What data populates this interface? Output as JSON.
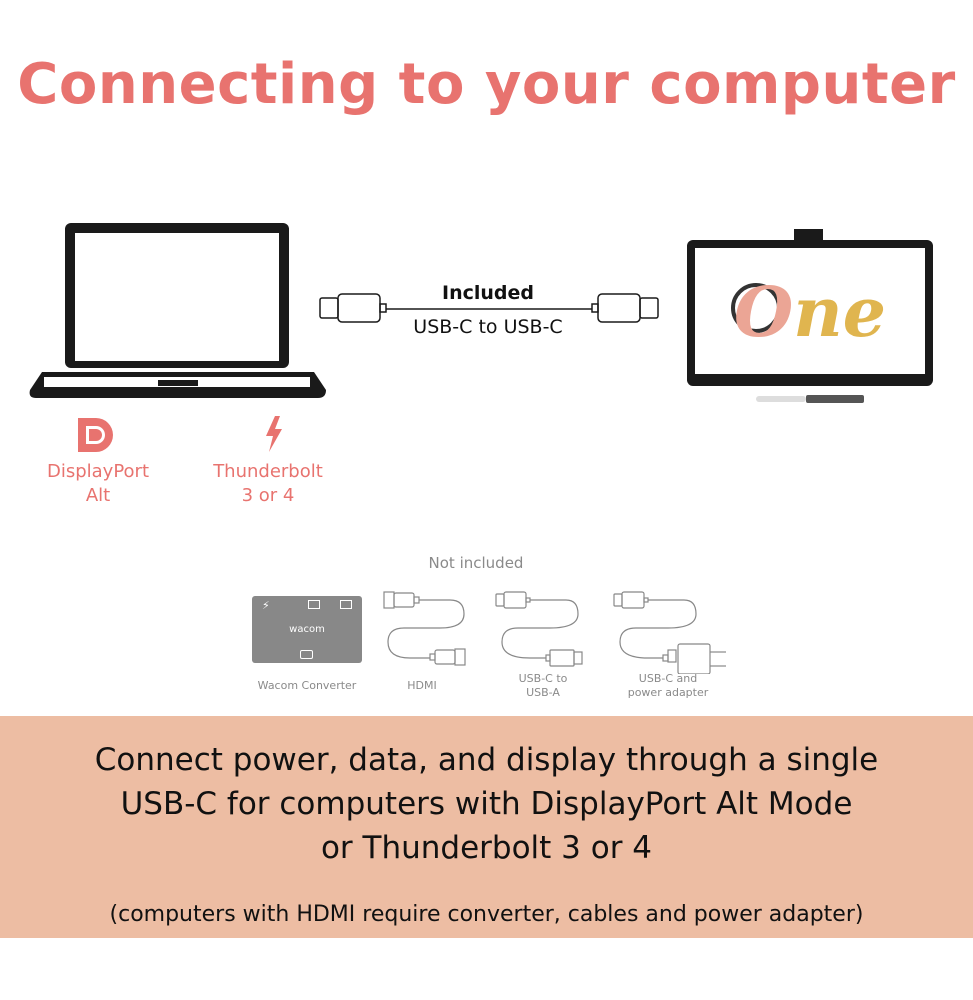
{
  "title": "Connecting to your computer",
  "computer_ports": [
    {
      "icon": "displayport-icon",
      "label_line1": "DisplayPort",
      "label_line2": "Alt"
    },
    {
      "icon": "thunderbolt-icon",
      "label_line1": "Thunderbolt",
      "label_line2": "3 or 4"
    }
  ],
  "included_cable": {
    "heading": "Included",
    "label": "USB-C to USB-C"
  },
  "display_logo_text": "One",
  "not_included": {
    "heading": "Not included",
    "converter_logo": "wacom",
    "items": [
      {
        "line1": "Wacom Converter",
        "line2": ""
      },
      {
        "line1": "HDMI",
        "line2": ""
      },
      {
        "line1": "USB-C to",
        "line2": "USB-A"
      },
      {
        "line1": "USB-C and",
        "line2": "power adapter"
      }
    ]
  },
  "banner": {
    "line1": "Connect power, data, and display through a single",
    "line2": "USB-C for computers with DisplayPort Alt Mode",
    "line3": "or Thunderbolt 3 or 4",
    "note": "(computers with HDMI require converter, cables and power adapter)"
  },
  "colors": {
    "accent": "#e8736f",
    "banner": "#edbda3"
  }
}
